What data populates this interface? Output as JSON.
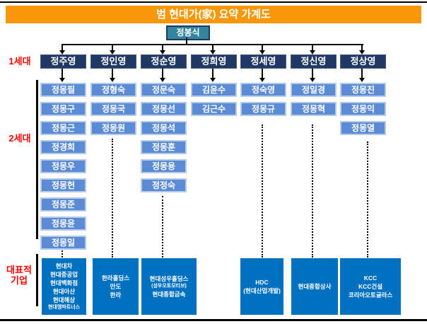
{
  "title": "범 현대가(家) 요약 가계도",
  "root": {
    "name": "정봉식"
  },
  "labels": {
    "gen1": "1세대",
    "gen2": "2세대",
    "companies": "대표적 기업"
  },
  "colors": {
    "title_bg": "#F79709",
    "root_box": "#31859C",
    "gen1_box": "#1F3864",
    "gen2_box": "#5B8BD4",
    "company_box": "#0070C0",
    "label_text": "#FF0000"
  },
  "columns": [
    {
      "parent": "정주영",
      "children": [
        "정몽필",
        "정몽구",
        "정몽근",
        "정경희",
        "정몽우",
        "정몽헌",
        "정몽준",
        "정몽윤",
        "정몽일"
      ],
      "companies": [
        "현대차",
        "현대중공업",
        "현대백화점",
        "현대아산",
        "현대해상",
        "현대엠파트너스"
      ]
    },
    {
      "parent": "정인영",
      "children": [
        "정형숙",
        "정몽국",
        "정몽원"
      ],
      "companies": [
        "한라홀딩스",
        "만도",
        "한라"
      ]
    },
    {
      "parent": "정순영",
      "children": [
        "정문숙",
        "정몽선",
        "정몽석",
        "정몽훈",
        "정몽용",
        "정정숙"
      ],
      "companies": [
        "현대성우홀딩스",
        "(성우오토모티브)",
        "현대종합금속"
      ]
    },
    {
      "parent": "정희영",
      "children": [
        "김윤수",
        "김근수"
      ],
      "companies": []
    },
    {
      "parent": "정세영",
      "children": [
        "정숙영",
        "정몽규"
      ],
      "companies": [
        "HDC",
        "(현대산업개발)"
      ]
    },
    {
      "parent": "정신영",
      "children": [
        "정일경",
        "정몽혁"
      ],
      "companies": [
        "현대종합상사"
      ]
    },
    {
      "parent": "정상영",
      "children": [
        "정몽진",
        "정몽익",
        "정몽열"
      ],
      "companies": [
        "KCC",
        "KCC건설",
        "코리아오토글라스"
      ]
    }
  ]
}
